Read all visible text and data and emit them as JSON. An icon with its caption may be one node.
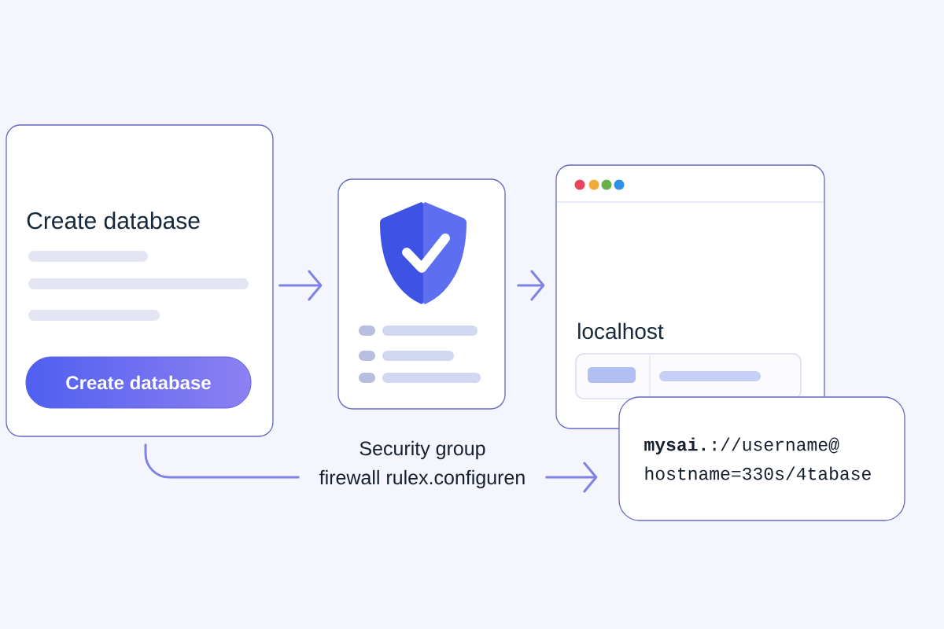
{
  "diagram": {
    "nodes": [
      {
        "text": [
          "Create database"
        ]
      },
      {
        "text": [
          "Create database"
        ],
        "in": 0
      },
      {
        "text": [],
        "shape": "box"
      },
      {
        "text": [
          "localhost"
        ]
      },
      {
        "text": [
          "**mysai.**://username@ hostname=330s/4tabase"
        ]
      }
    ],
    "edges": [
      {
        "from": 0,
        "to": 2,
        "arrow": "to"
      },
      {
        "from": 2,
        "to": 3,
        "arrow": "to"
      },
      {
        "from": 0,
        "to": 4,
        "arrow": "to",
        "label": "Security group firewall rulex.configuren"
      }
    ]
  }
}
